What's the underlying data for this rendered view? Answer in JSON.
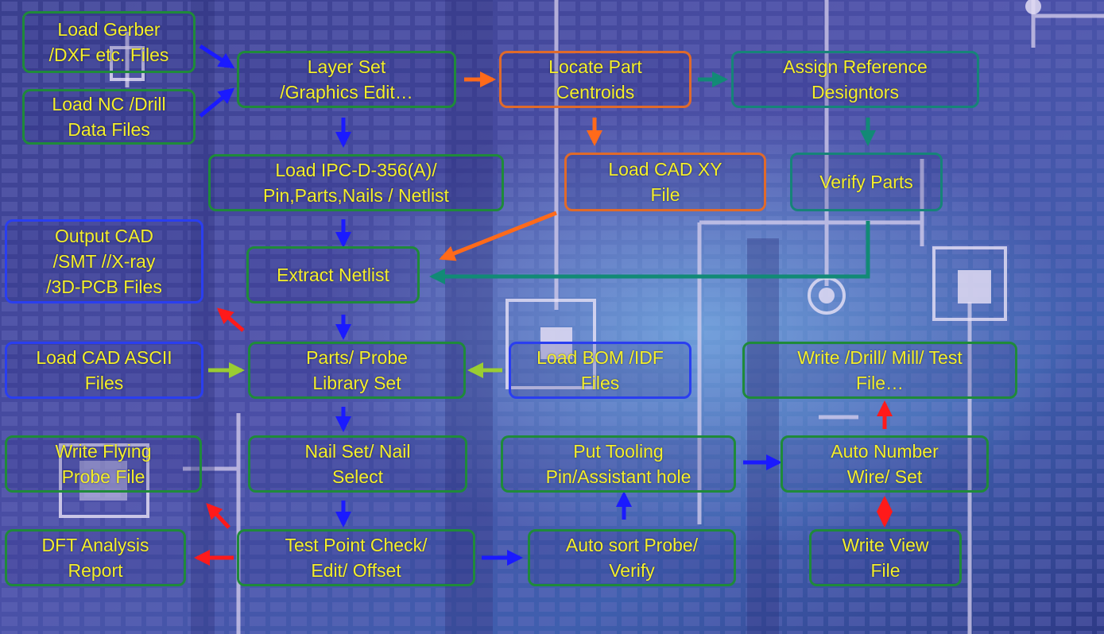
{
  "colors": {
    "text": "#f4ef2a",
    "green_border": "#1f8a3a",
    "orange_border": "#e06a2a",
    "teal_border": "#168478",
    "blue_border": "#2a3ef0",
    "arrow_blue": "#1a1aff",
    "arrow_orange": "#ff6a1a",
    "arrow_teal": "#128a76",
    "arrow_red": "#ff1a1a",
    "arrow_lime": "#9acd32"
  },
  "nodes": {
    "load_gerber": [
      "Load Gerber",
      "/DXF etc. Files"
    ],
    "load_nc": [
      "Load NC /Drill",
      "Data Files"
    ],
    "layer_set": [
      "Layer Set",
      "/Graphics Edit…"
    ],
    "locate_centroids": [
      "Locate Part",
      "Centroids"
    ],
    "assign_refdes": [
      "Assign Reference",
      "Designtors"
    ],
    "load_ipc": [
      "Load IPC-D-356(A)/",
      "Pin,Parts,Nails  / Netlist"
    ],
    "load_cad_xy": [
      "Load CAD XY",
      "File"
    ],
    "verify_parts": [
      "Verify Parts"
    ],
    "output_cad": [
      "Output CAD",
      "/SMT //X-ray",
      "/3D-PCB Files"
    ],
    "extract_netlist": [
      "Extract Netlist"
    ],
    "load_cad_ascii": [
      "Load CAD ASCII",
      "Files"
    ],
    "parts_probe": [
      "Parts/ Probe",
      "Library Set"
    ],
    "load_bom": [
      "Load BOM /IDF",
      "Files"
    ],
    "write_drill": [
      "Write /Drill/ Mill/ Test",
      "File…"
    ],
    "write_flying": [
      "Write Flying",
      "Probe File"
    ],
    "nail_set": [
      "Nail Set/ Nail",
      "Select"
    ],
    "put_tooling": [
      "Put Tooling",
      "Pin/Assistant hole"
    ],
    "auto_number": [
      "Auto Number",
      "Wire/ Set"
    ],
    "dft_report": [
      "DFT Analysis",
      "Report"
    ],
    "test_point": [
      "Test Point Check/",
      "Edit/ Offset"
    ],
    "auto_sort": [
      "Auto sort Probe/",
      "Verify"
    ],
    "write_view": [
      "Write View",
      "File"
    ]
  }
}
